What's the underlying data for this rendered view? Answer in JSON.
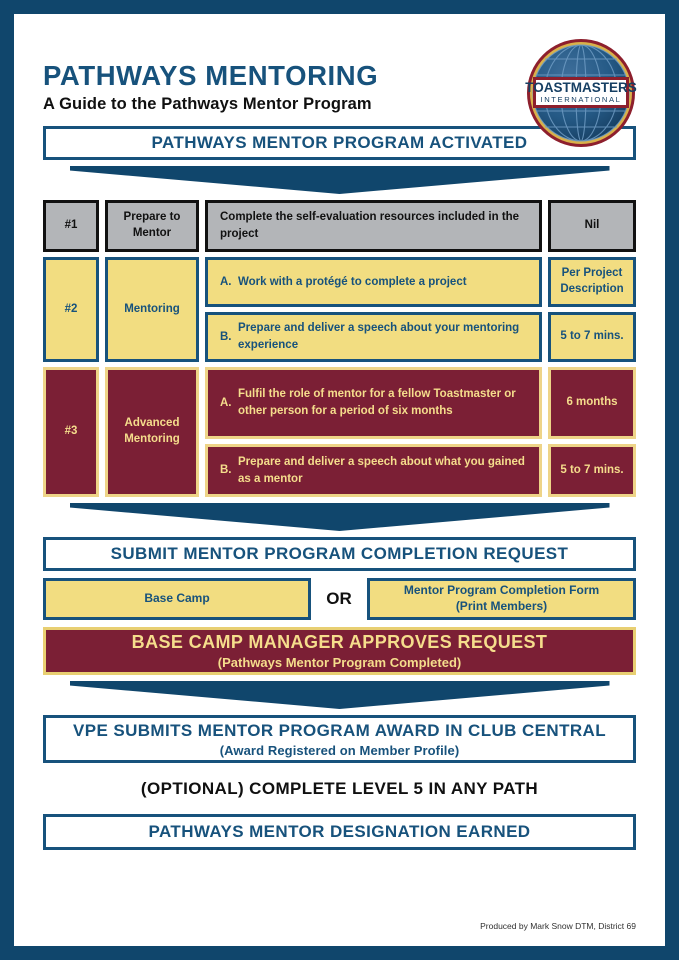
{
  "header": {
    "title": "PATHWAYS MENTORING",
    "subtitle": "A Guide to the Pathways Mentor Program",
    "logo": {
      "name": "toastmasters-international-logo",
      "line1": "TOASTMASTERS",
      "line2": "INTERNATIONAL"
    }
  },
  "colors": {
    "navy": "#17527c",
    "navy_frame": "#10466c",
    "gold": "#f2dd81",
    "maroon": "#7b1f35",
    "gray": "#b3b5b8",
    "gold_text": "#f5dd8c"
  },
  "activated_banner": {
    "label": "PATHWAYS MENTOR PROGRAM ACTIVATED"
  },
  "matrix": {
    "rows": [
      {
        "theme": "gray",
        "number": "#1",
        "name": "Prepare to Mentor",
        "tasks": [
          {
            "letter": "",
            "text": "Complete the self-evaluation resources included in the project"
          }
        ],
        "times": [
          "Nil"
        ]
      },
      {
        "theme": "gold",
        "number": "#2",
        "name": "Mentoring",
        "tasks": [
          {
            "letter": "A.",
            "text": "Work with a protégé to complete a project"
          },
          {
            "letter": "B.",
            "text": "Prepare and deliver a speech about your mentoring experience"
          }
        ],
        "times": [
          "Per Project Description",
          "5 to 7 mins."
        ]
      },
      {
        "theme": "maroon",
        "number": "#3",
        "name": "Advanced Mentoring",
        "tasks": [
          {
            "letter": "A.",
            "text": "Fulfil the role of mentor for a fellow Toastmaster or other person for a period of six months"
          },
          {
            "letter": "B.",
            "text": "Prepare and deliver a speech about what you gained as a mentor"
          }
        ],
        "times": [
          "6 months",
          "5 to 7 mins."
        ]
      }
    ]
  },
  "submit_banner": {
    "label": "SUBMIT MENTOR PROGRAM COMPLETION REQUEST"
  },
  "submit_options": {
    "left_label": "Base Camp",
    "or_label": "OR",
    "right_label_line1": "Mentor Program Completion Form",
    "right_label_line2": "(Print Members)"
  },
  "approval_banner": {
    "line1": "BASE CAMP MANAGER APPROVES REQUEST",
    "line2": "(Pathways Mentor Program Completed)"
  },
  "vpe_banner": {
    "line1": "VPE SUBMITS MENTOR PROGRAM AWARD IN CLUB CENTRAL",
    "line2": "(Award Registered on Member Profile)"
  },
  "optional_step": {
    "label": "(OPTIONAL) COMPLETE LEVEL 5 IN ANY PATH"
  },
  "final_banner": {
    "label": "PATHWAYS MENTOR DESIGNATION EARNED"
  },
  "credit": {
    "text": "Produced by Mark Snow DTM, District 69"
  }
}
